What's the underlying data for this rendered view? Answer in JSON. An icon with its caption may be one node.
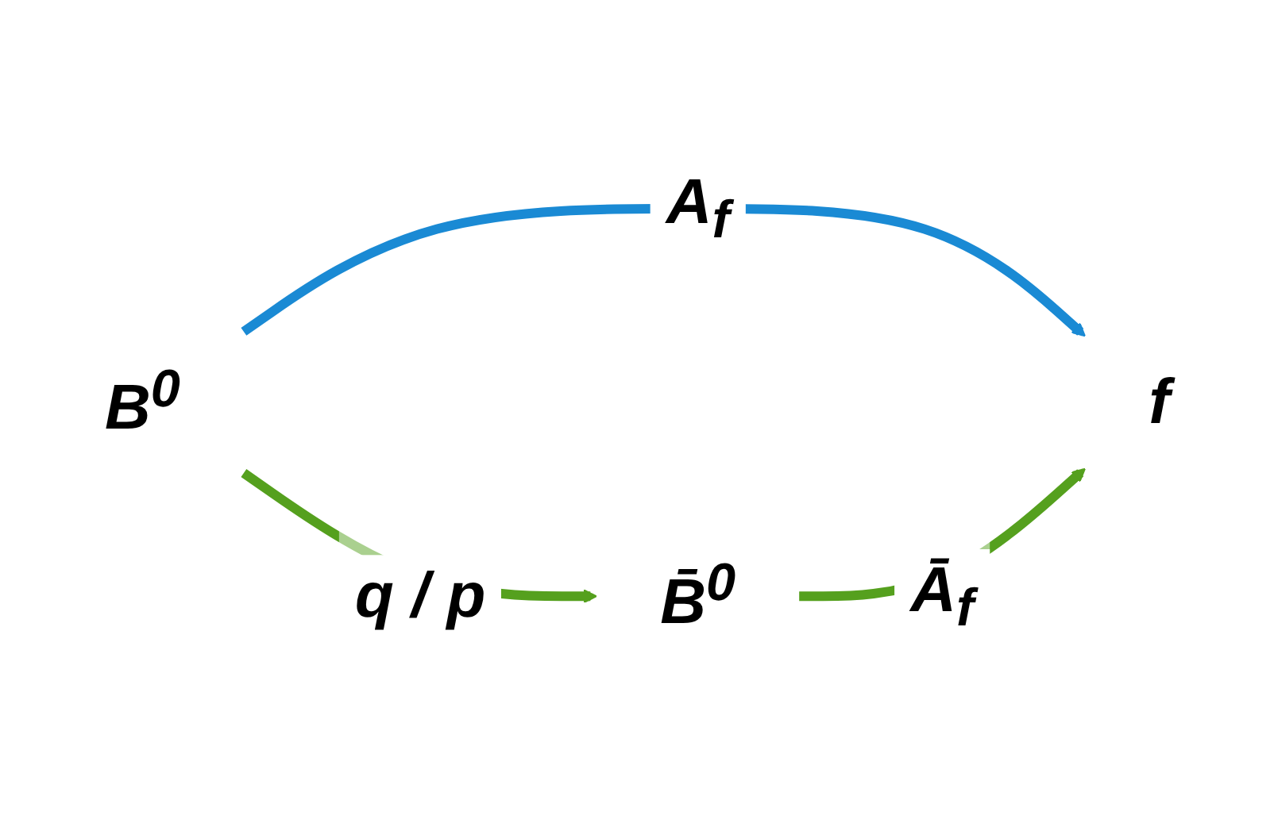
{
  "diagram": {
    "nodes": [
      {
        "text": [
          "B$^{0}$"
        ]
      },
      {
        "text": [
          "f"
        ]
      },
      {
        "text": [
          "B̄$^{0}$"
        ]
      }
    ],
    "edges": [
      {
        "from": 0,
        "to": 1,
        "arrow": "to",
        "label": "A$_{f}$",
        "color": "#1a8ad4"
      },
      {
        "from": 0,
        "to": 2,
        "arrow": "to",
        "label": "q / p"
      },
      {
        "from": 2,
        "to": 1,
        "arrow": "to",
        "label": "Ā$_{f}$"
      }
    ]
  }
}
